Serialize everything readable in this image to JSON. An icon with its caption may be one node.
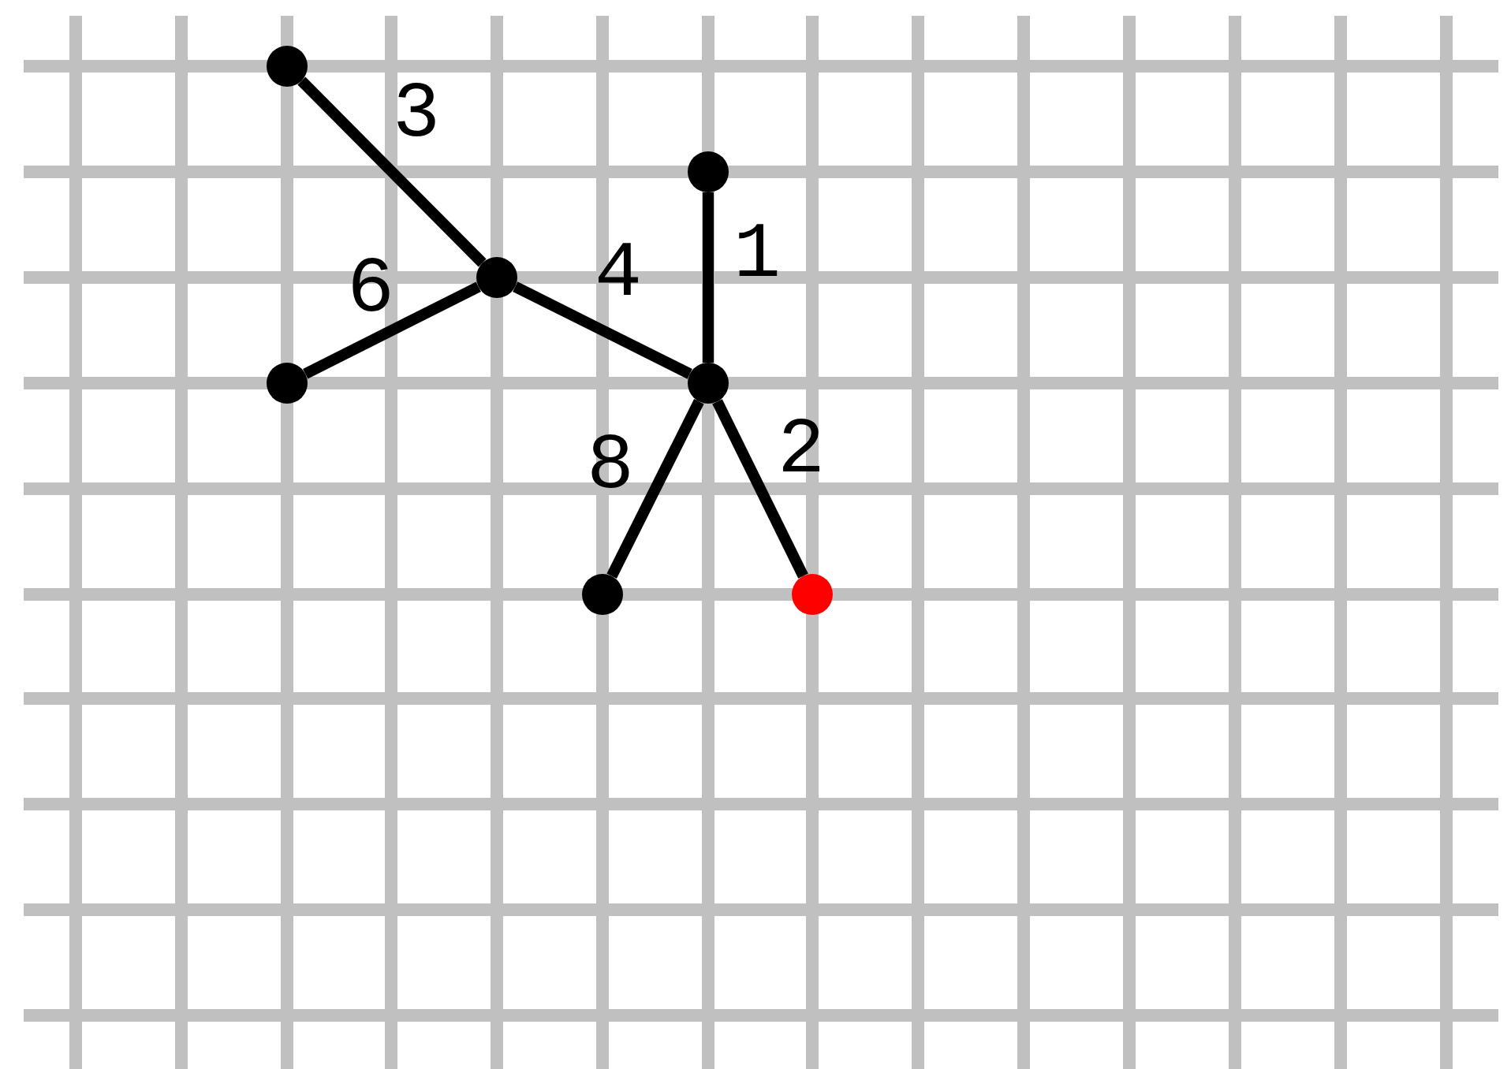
{
  "diagram": {
    "nodes": [
      {
        "text": [],
        "shape": "circle"
      },
      {
        "text": [],
        "shape": "circle"
      },
      {
        "text": [],
        "shape": "circle"
      },
      {
        "text": [],
        "shape": "circle"
      },
      {
        "text": [],
        "shape": "circle"
      },
      {
        "text": [],
        "shape": "circle"
      },
      {
        "text": [],
        "shape": "circle"
      }
    ],
    "edges": [
      {
        "from": 0,
        "to": 2,
        "arrow": "none",
        "label": "3"
      },
      {
        "from": 1,
        "to": 4,
        "arrow": "none",
        "label": "1"
      },
      {
        "from": 2,
        "to": 4,
        "arrow": "none",
        "label": "4"
      },
      {
        "from": 3,
        "to": 2,
        "arrow": "none",
        "label": "6"
      },
      {
        "from": 4,
        "to": 5,
        "arrow": "none",
        "label": "8"
      },
      {
        "from": 4,
        "to": 6,
        "arrow": "none",
        "label": "2"
      }
    ]
  }
}
